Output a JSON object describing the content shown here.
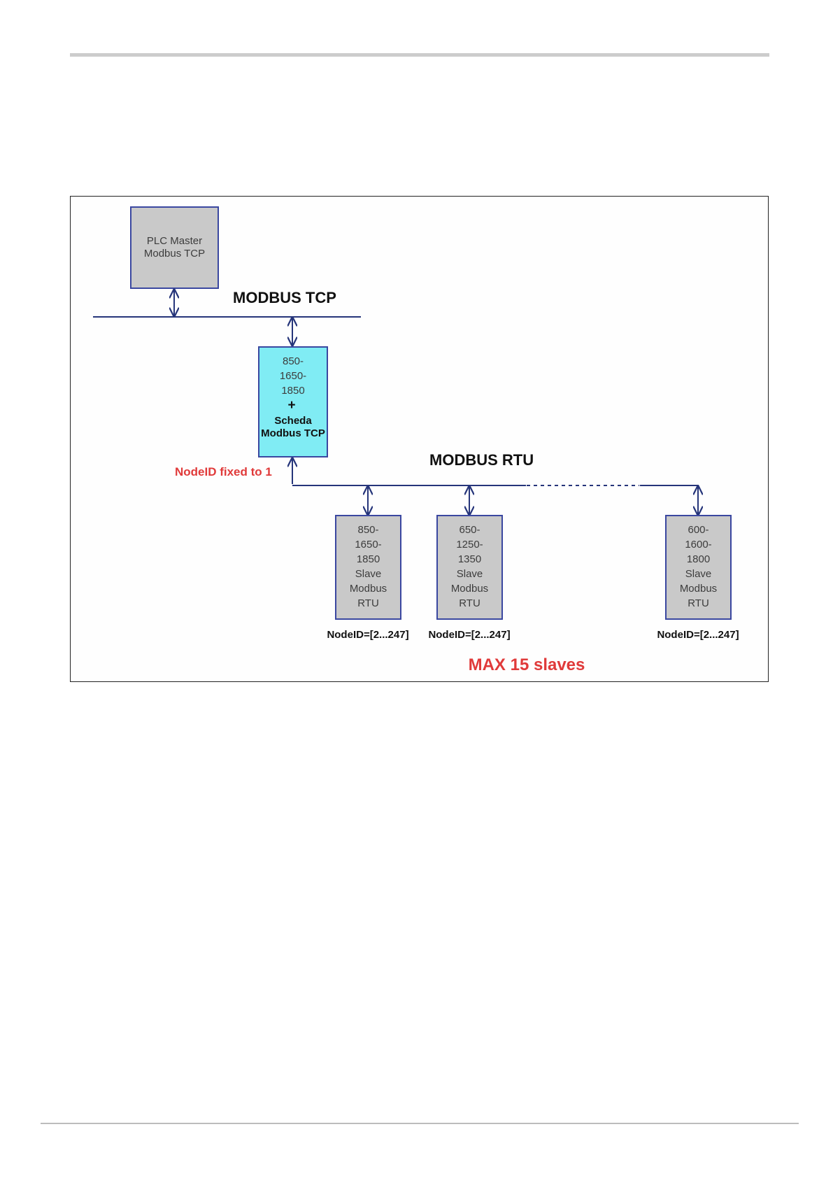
{
  "diagram": {
    "plc_master": {
      "lines": [
        "PLC Master",
        "Modbus TCP"
      ]
    },
    "bus_tcp_label": "MODBUS TCP",
    "bus_rtu_label": "MODBUS RTU",
    "gateway": {
      "lines": [
        "850-",
        "1650-",
        "1850"
      ],
      "plus": "+",
      "bold_lines": [
        "Scheda",
        "Modbus TCP"
      ],
      "color": "#80ecf4"
    },
    "nodeid_fixed_label": "NodeID fixed to 1",
    "slaves": [
      {
        "lines": [
          "850-",
          "1650-",
          "1850",
          "Slave",
          "Modbus",
          "RTU"
        ],
        "nodeid": "NodeID=[2...247]"
      },
      {
        "lines": [
          "650-",
          "1250-",
          "1350",
          "Slave",
          "Modbus",
          "RTU"
        ],
        "nodeid": "NodeID=[2...247]"
      },
      {
        "lines": [
          "600-",
          "1600-",
          "1800",
          "Slave",
          "Modbus",
          "RTU"
        ],
        "nodeid": "NodeID=[2...247]"
      }
    ],
    "max_slaves_label": "MAX 15 slaves",
    "colors": {
      "line": "#26357a",
      "box_fill": "#c9c9c9",
      "box_border": "#3a47a0",
      "accent_red": "#e03a3a"
    }
  }
}
